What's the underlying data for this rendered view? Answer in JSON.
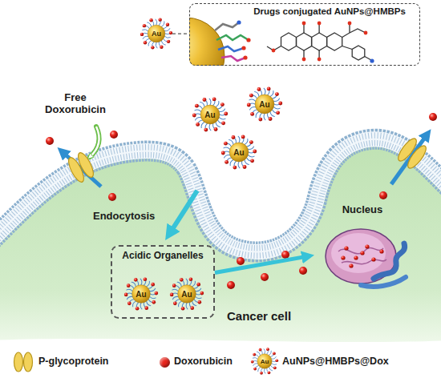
{
  "diagram": {
    "nodes": [
      {
        "text": [
          "Drugs conjugated AuNPs@HMBPs"
        ]
      },
      {
        "text": [
          "Au"
        ]
      },
      {
        "text": [
          "Au"
        ]
      },
      {
        "text": [
          "Au"
        ]
      },
      {
        "text": [
          "Au"
        ]
      },
      {
        "text": [
          "Acidic Organelles"
        ]
      },
      {
        "text": [
          "Au"
        ],
        "in": 5
      },
      {
        "text": [
          "Au"
        ],
        "in": 5
      },
      {
        "text": [
          "Nucleus"
        ]
      }
    ],
    "edges": [
      {
        "from": 1,
        "to": 0,
        "arrow": "none"
      },
      {
        "from": 5,
        "to": 8,
        "arrow": "to"
      }
    ],
    "labels": [
      "Free Doxorubicin",
      "Endocytosis",
      "Cancer cell",
      "Au"
    ],
    "legend": [
      {
        "text": "P-glycoprotein"
      },
      {
        "text": "Doxorubicin",
        "color": "#e8251c"
      },
      {
        "text": "AuNPs@HMBPs@Dox"
      }
    ]
  }
}
